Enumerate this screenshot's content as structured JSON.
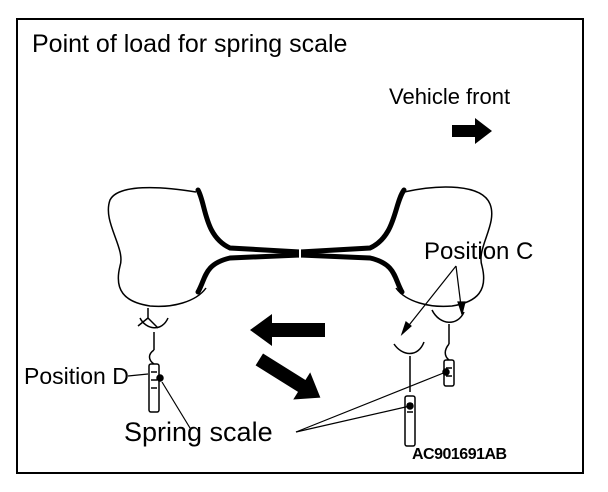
{
  "diagram": {
    "title": "Point of load for spring scale",
    "direction_label": "Vehicle front",
    "labels": {
      "position_c": "Position C",
      "position_d": "Position D",
      "spring_scale": "Spring scale"
    },
    "reference_code": "AC901691AB"
  },
  "icons": {
    "direction_arrow": "arrow-right-icon",
    "pull_arrow_left": "arrow-left-icon",
    "pull_arrow_diagonal": "arrow-down-right-icon",
    "spring_scale": "spring-scale-icon"
  },
  "colors": {
    "line": "#000000",
    "background": "#ffffff"
  }
}
